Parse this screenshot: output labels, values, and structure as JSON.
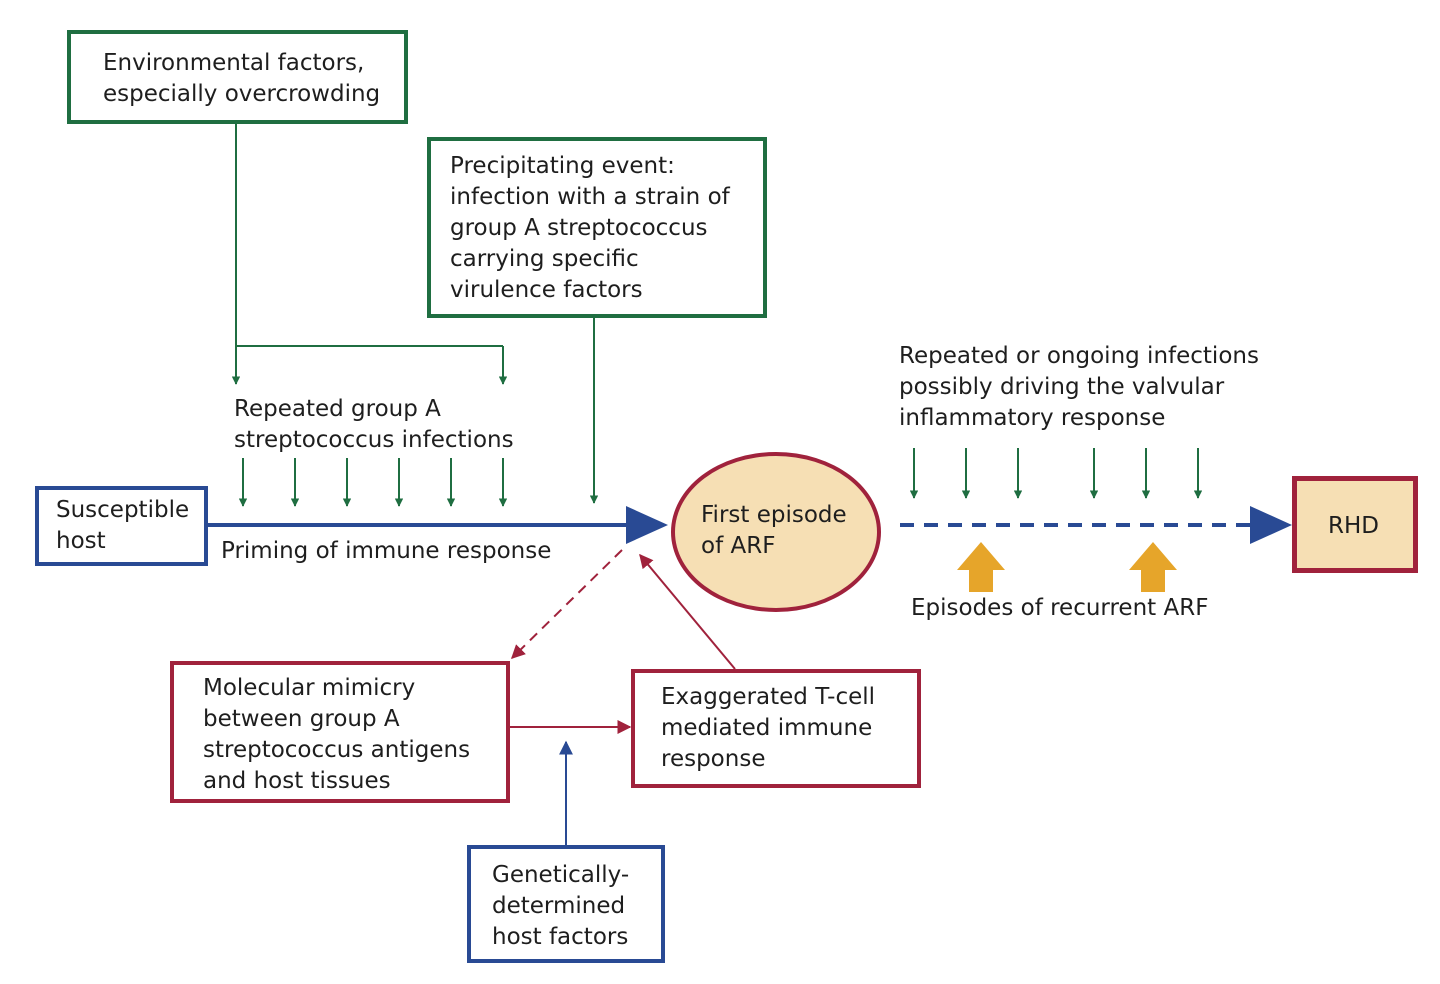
{
  "boxes": {
    "environmental": "Environmental factors,\nespecially overcrowding",
    "precipitating": "Precipitating event:\ninfection with a strain of\ngroup A streptococcus\ncarrying specific\nvirulence factors",
    "susceptible_host": "Susceptible\nhost",
    "first_episode": "First episode\nof ARF",
    "rhd": "RHD",
    "molecular_mimicry": "Molecular mimicry\nbetween group A\nstreptococcus antigens\nand host tissues",
    "t_cell": "Exaggerated T-cell\nmediated immune\nresponse",
    "genetic": "Genetically-\ndetermined\nhost factors"
  },
  "labels": {
    "repeated_infections": "Repeated group A\nstreptococcus infections",
    "priming": "Priming of immune response",
    "ongoing_infections": "Repeated or ongoing infections\npossibly driving the valvular\ninflammatory response",
    "recurrent_arf": "Episodes of recurrent ARF"
  },
  "colors": {
    "green": "#1f6e41",
    "blue": "#294a94",
    "red": "#a0223c",
    "fill": "#f6dfb4",
    "orange": "#e6a52a"
  }
}
